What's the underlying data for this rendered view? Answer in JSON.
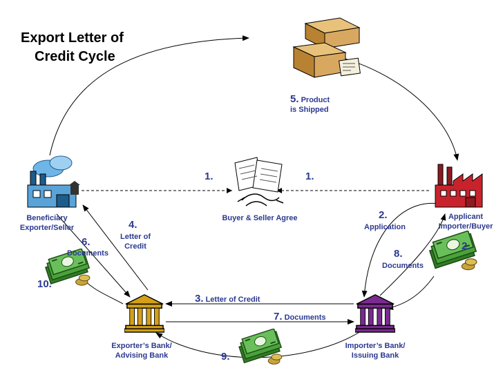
{
  "title": {
    "line1": "Export Letter of",
    "line2": "Credit Cycle"
  },
  "nodes": {
    "beneficiary": {
      "line1": "Beneficiary",
      "line2": "Exporter/Seller"
    },
    "applicant": {
      "line1": "Applicant",
      "line2": "Importer/Buyer"
    },
    "agreement": {
      "label": "Buyer & Seller Agree"
    },
    "exporter_bank": {
      "line1": "Exporter’s Bank/",
      "line2": "Advising Bank"
    },
    "importer_bank": {
      "line1": "Importer’s Bank/",
      "line2": "Issuing Bank"
    }
  },
  "steps": {
    "s1_left": {
      "num": "1."
    },
    "s1_right": {
      "num": "1."
    },
    "s2_application": {
      "num": "2.",
      "label": "Application"
    },
    "s2_money": {
      "num": "2."
    },
    "s3": {
      "num": "3.",
      "label": "Letter of Credit"
    },
    "s4": {
      "num": "4.",
      "line1": "Letter of",
      "line2": "Credit"
    },
    "s5": {
      "num": "5.",
      "line1": "Product",
      "line2": "is Shipped"
    },
    "s6": {
      "num": "6.",
      "label": "Documents"
    },
    "s7": {
      "num": "7.",
      "label": "Documents"
    },
    "s8": {
      "num": "8.",
      "label": "Documents"
    },
    "s9": {
      "num": "9."
    },
    "s10": {
      "num": "10."
    }
  },
  "colors": {
    "label_blue": "#2b3990",
    "money_green": "#3a8a2e",
    "box_tan": "#d9a860",
    "factory_red": "#c8232c",
    "bank_gold": "#d4a017",
    "bank_purple": "#7a2b8f"
  },
  "icons": {
    "beneficiary": "factory-blue-icon",
    "applicant": "factory-red-icon",
    "shipment": "boxes-icon",
    "agreement": "handshake-documents-icon",
    "exporter_bank": "bank-gold-icon",
    "importer_bank": "bank-purple-icon",
    "payment": "money-stack-icon"
  }
}
